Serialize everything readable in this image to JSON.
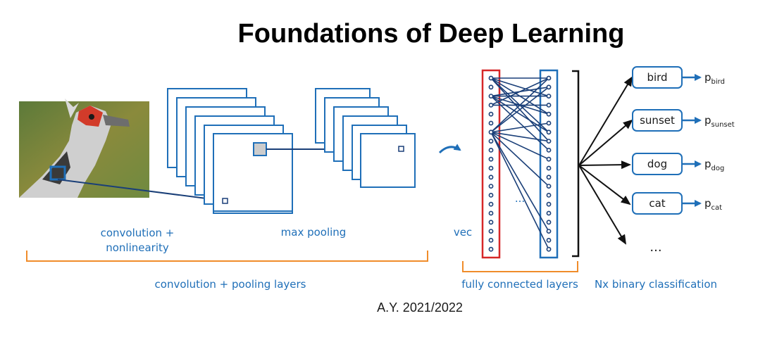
{
  "title": "Foundations of Deep Learning",
  "labels": {
    "convolution": [
      "convolution +",
      "nonlinearity"
    ],
    "max_pooling": "max pooling",
    "vec": "vec",
    "fc_ellipsis": "...",
    "conv_pool_layers": "convolution + pooling layers",
    "fully_connected": "fully connected layers",
    "nx_binary": "Nx binary classification"
  },
  "classes": [
    {
      "label": "bird",
      "prob_main": "p",
      "prob_sub": "bird"
    },
    {
      "label": "sunset",
      "prob_main": "p",
      "prob_sub": "sunset"
    },
    {
      "label": "dog",
      "prob_main": "p",
      "prob_sub": "dog"
    },
    {
      "label": "cat",
      "prob_main": "p",
      "prob_sub": "cat"
    }
  ],
  "classes_ellipsis": "...",
  "footer": "A.Y. 2021/2022",
  "colors": {
    "diagram_blue": "#1f6fb8",
    "dark_line": "#1a3f78",
    "bracket_orange": "#f08c2a",
    "vector_red": "#d62728",
    "arrow_black": "#111111"
  },
  "icons": {
    "input_image": "bird-photo",
    "curved_arrow": "curved-arrow-icon"
  }
}
